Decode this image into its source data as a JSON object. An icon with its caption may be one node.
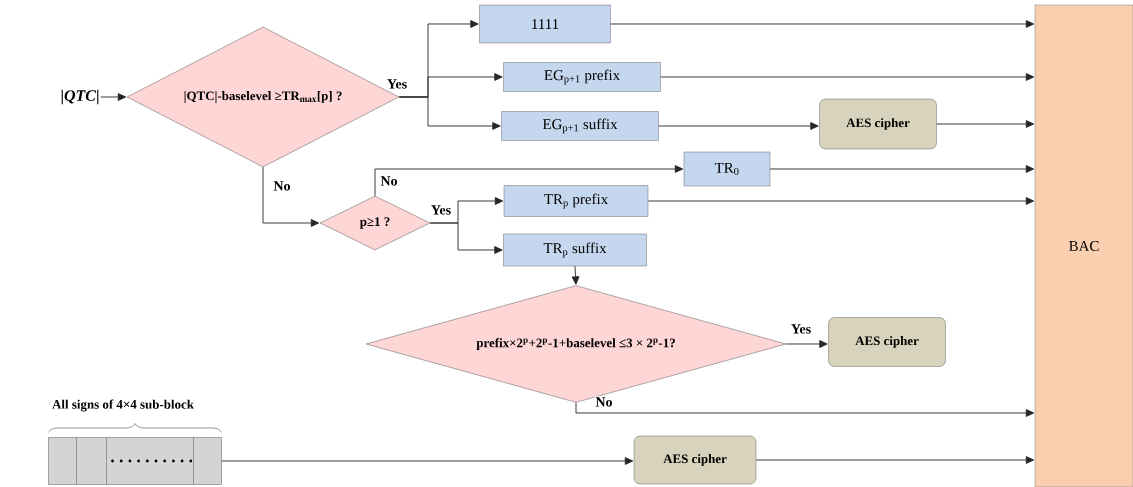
{
  "diagram": {
    "nodes": [
      {
        "text": [
          "|*QTC*|"
        ]
      },
      {
        "text": [
          "|QTC|-baselevel ≥TR$_{max}$[p] ?"
        ]
      },
      {
        "text": [
          "1111"
        ]
      },
      {
        "text": [
          "EG$_{p+1}$ prefix"
        ]
      },
      {
        "text": [
          "EG$_{p+1}$ suffix"
        ]
      },
      {
        "text": [
          "AES cipher"
        ]
      },
      {
        "text": [
          "p≥1 ?"
        ]
      },
      {
        "text": [
          "TR$_{0}$"
        ]
      },
      {
        "text": [
          "TR$_{p}$ prefix"
        ]
      },
      {
        "text": [
          "TR$_{p}$ suffix"
        ]
      },
      {
        "text": [
          "prefix×2$^{p}$+2$^{p}$-1+baselevel ≤3 × 2$^{p}$-1?"
        ]
      },
      {
        "text": [
          "AES cipher"
        ]
      },
      {
        "text": [],
        "shape": "box",
        "beside": [
          "All signs of 4×4 sub-block"
        ]
      },
      {
        "text": [
          "AES cipher"
        ]
      },
      {
        "text": [
          "BAC"
        ]
      }
    ],
    "edges": [
      {
        "from": 0,
        "to": 1,
        "arrow": "to"
      },
      {
        "from": 1,
        "to": 2,
        "arrow": "to",
        "label": "Yes"
      },
      {
        "from": 1,
        "to": 3,
        "arrow": "to"
      },
      {
        "from": 1,
        "to": 4,
        "arrow": "to"
      },
      {
        "from": 1,
        "to": 6,
        "arrow": "to",
        "label": "No"
      },
      {
        "from": 2,
        "to": 14,
        "arrow": "to"
      },
      {
        "from": 3,
        "to": 14,
        "arrow": "to"
      },
      {
        "from": 4,
        "to": 5,
        "arrow": "to"
      },
      {
        "from": 5,
        "to": 14,
        "arrow": "to"
      },
      {
        "from": 6,
        "to": 7,
        "arrow": "to",
        "label": "No"
      },
      {
        "from": 6,
        "to": 8,
        "arrow": "to",
        "label": "Yes"
      },
      {
        "from": 6,
        "to": 9,
        "arrow": "to"
      },
      {
        "from": 7,
        "to": 14,
        "arrow": "to"
      },
      {
        "from": 8,
        "to": 14,
        "arrow": "to"
      },
      {
        "from": 9,
        "to": 10,
        "arrow": "to"
      },
      {
        "from": 10,
        "to": 11,
        "arrow": "to",
        "label": "Yes"
      },
      {
        "from": 10,
        "to": 14,
        "arrow": "to",
        "label": "No"
      },
      {
        "from": 12,
        "to": 13,
        "arrow": "to"
      },
      {
        "from": 13,
        "to": 14,
        "arrow": "to"
      }
    ]
  }
}
